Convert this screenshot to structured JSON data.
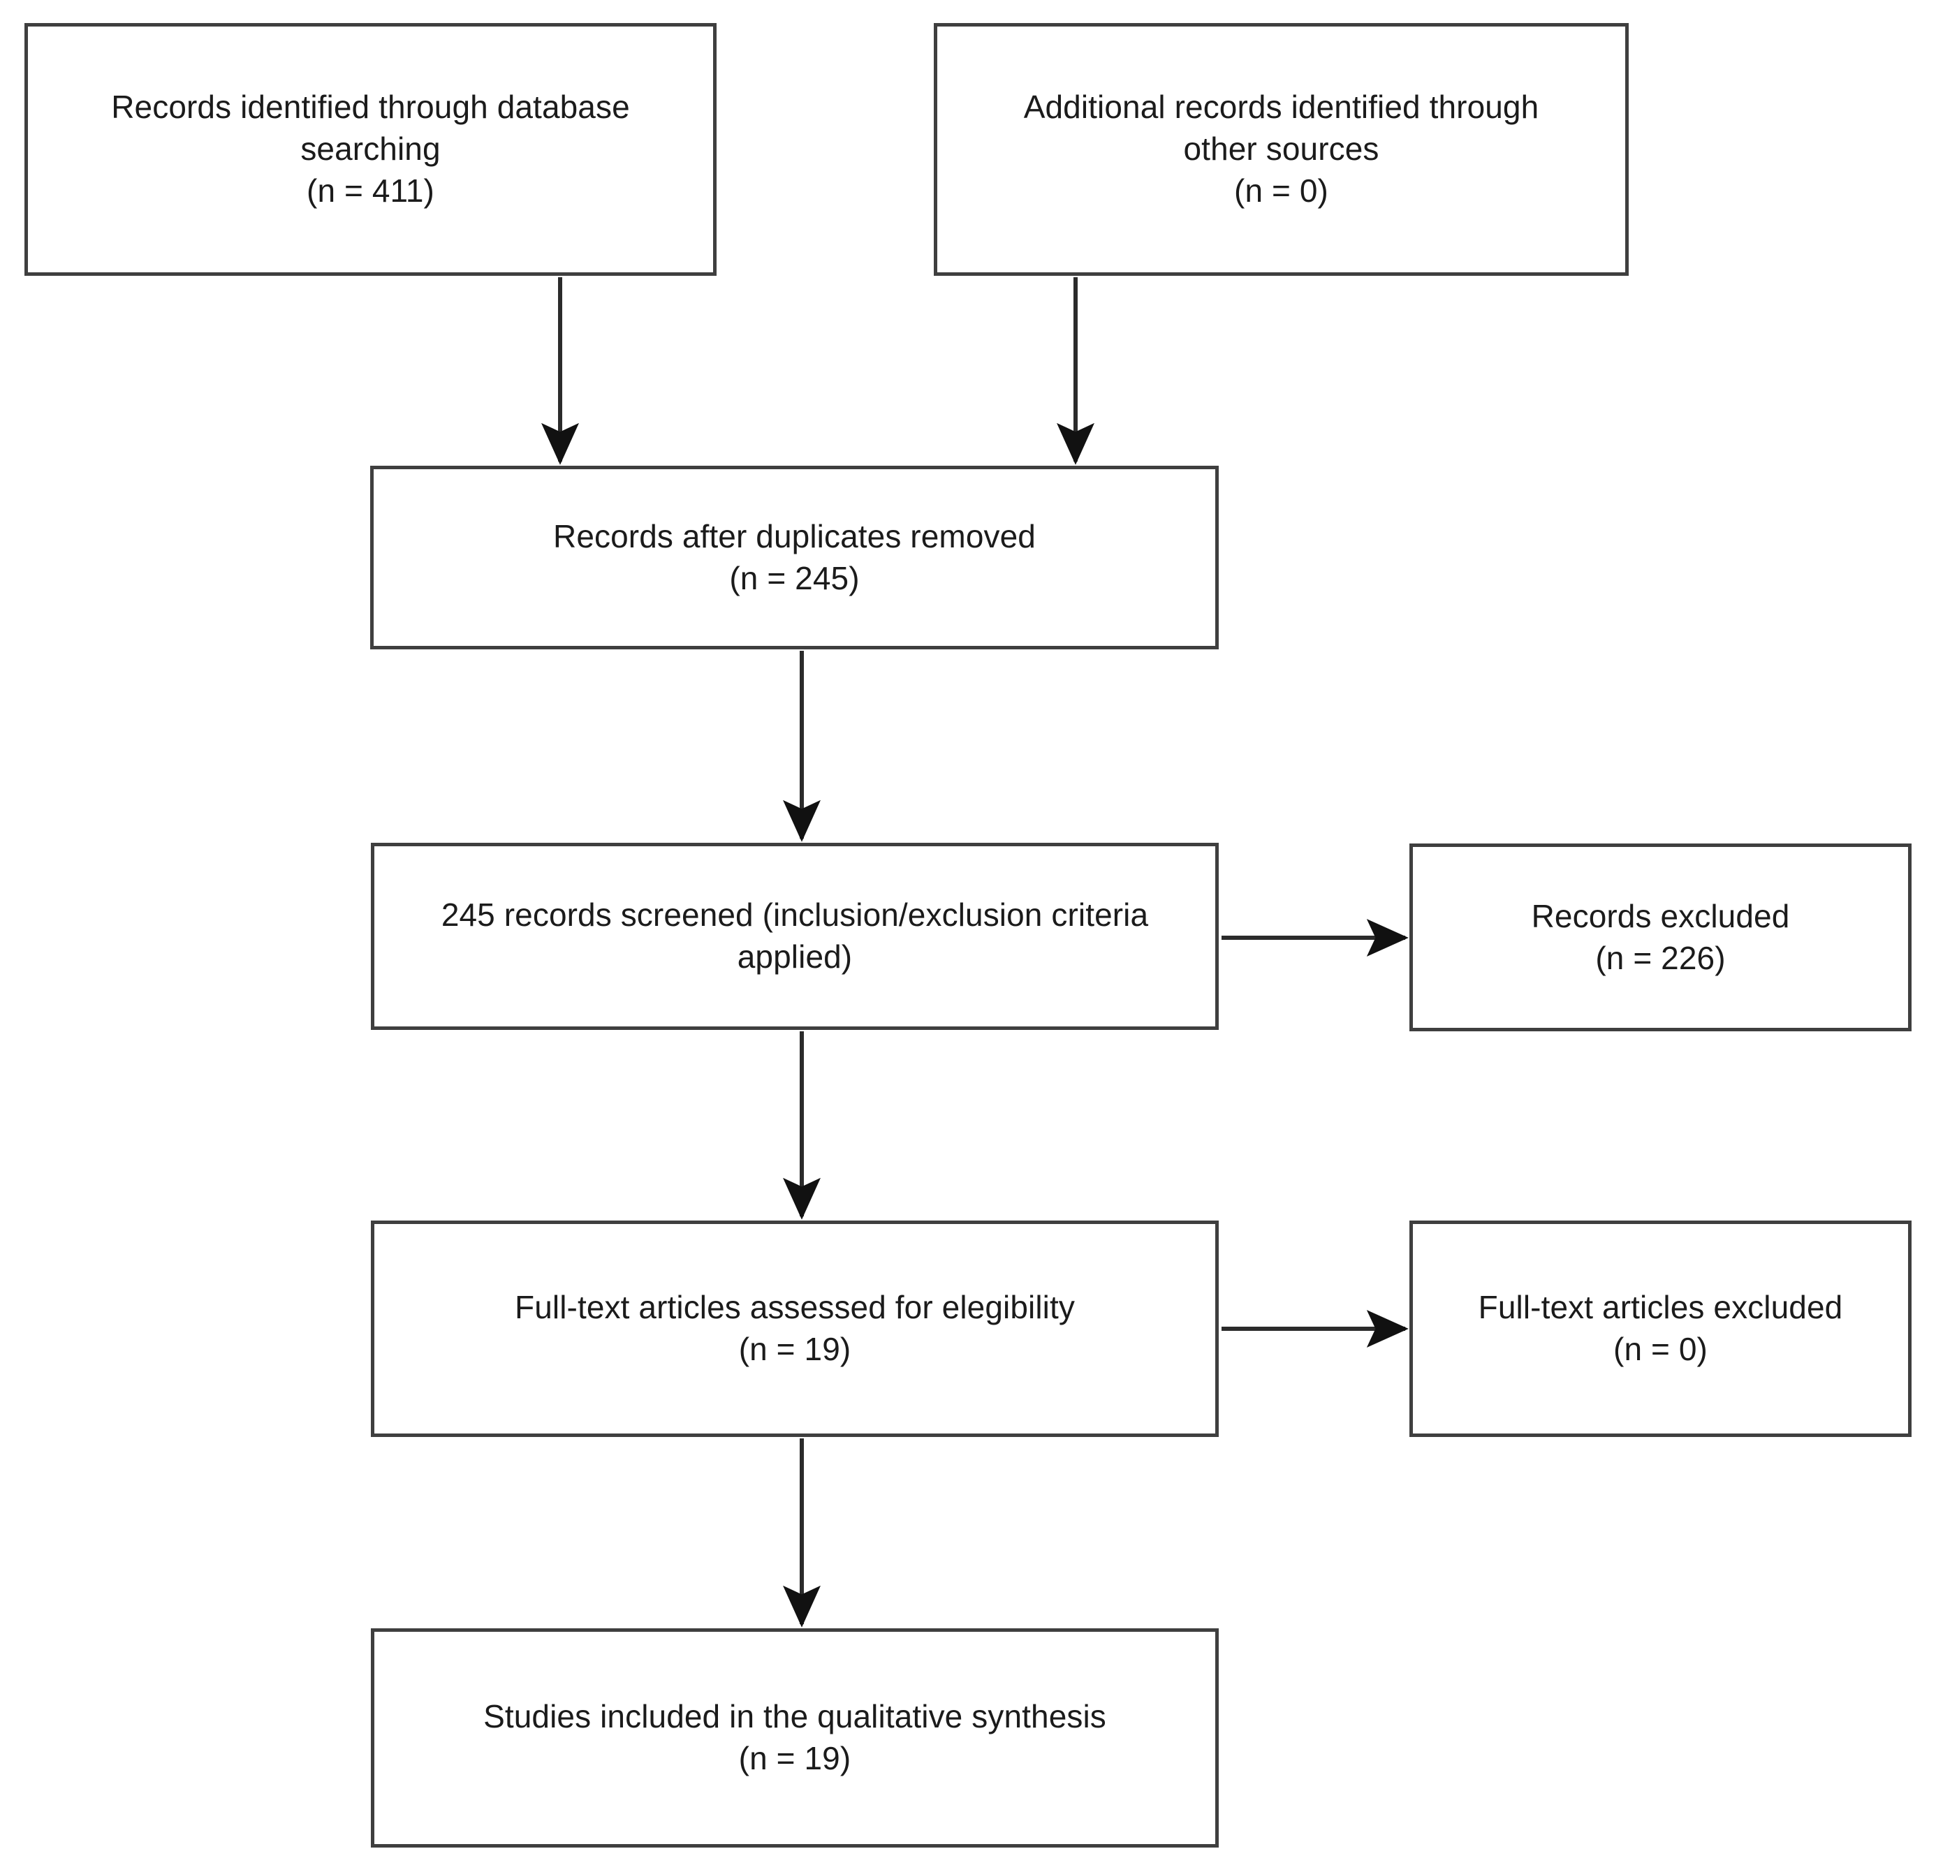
{
  "diagram": {
    "type": "prisma-flow-diagram",
    "title": "PRISMA study selection flow diagram",
    "background_color": "#ffffff",
    "box_border_color": "#3f3f3f",
    "text_color": "#1b1b1b",
    "arrow_color": "#1b1b1b"
  },
  "nodes": {
    "db_search": {
      "id": "records-identified-database",
      "label": "Records identified through database\nsearching\n(n = 411)",
      "count_label": "(n = 411)",
      "count": 411
    },
    "other_sources": {
      "id": "records-identified-other-sources",
      "label": "Additional records identified through\nother sources\n(n = 0)",
      "count_label": "(n = 0)",
      "count": 0
    },
    "dedup": {
      "id": "records-after-duplicates-removed",
      "label": "Records after duplicates removed\n(n = 245)",
      "count_label": "(n = 245)",
      "count": 245
    },
    "screened": {
      "id": "records-screened",
      "label": "245 records screened (inclusion/exclusion criteria\napplied)",
      "count": 245
    },
    "records_excluded": {
      "id": "records-excluded",
      "label": "Records excluded\n(n = 226)",
      "count_label": "(n = 226)",
      "count": 226
    },
    "fulltext_assessed": {
      "id": "full-text-articles-assessed",
      "label": "Full-text articles assessed for elegibility\n(n = 19)",
      "count_label": "(n = 19)",
      "count": 19
    },
    "fulltext_excluded": {
      "id": "full-text-articles-excluded",
      "label": "Full-text articles excluded\n(n = 0)",
      "count_label": "(n = 0)",
      "count": 0
    },
    "included": {
      "id": "studies-included-qualitative-synthesis",
      "label": "Studies included in the qualitative synthesis\n(n = 19)",
      "count_label": "(n = 19)",
      "count": 19
    }
  },
  "edges": [
    {
      "from": "db_search",
      "to": "dedup",
      "direction": "down"
    },
    {
      "from": "other_sources",
      "to": "dedup",
      "direction": "down"
    },
    {
      "from": "dedup",
      "to": "screened",
      "direction": "down"
    },
    {
      "from": "screened",
      "to": "records_excluded",
      "direction": "right"
    },
    {
      "from": "screened",
      "to": "fulltext_assessed",
      "direction": "down"
    },
    {
      "from": "fulltext_assessed",
      "to": "fulltext_excluded",
      "direction": "right"
    },
    {
      "from": "fulltext_assessed",
      "to": "included",
      "direction": "down"
    }
  ]
}
